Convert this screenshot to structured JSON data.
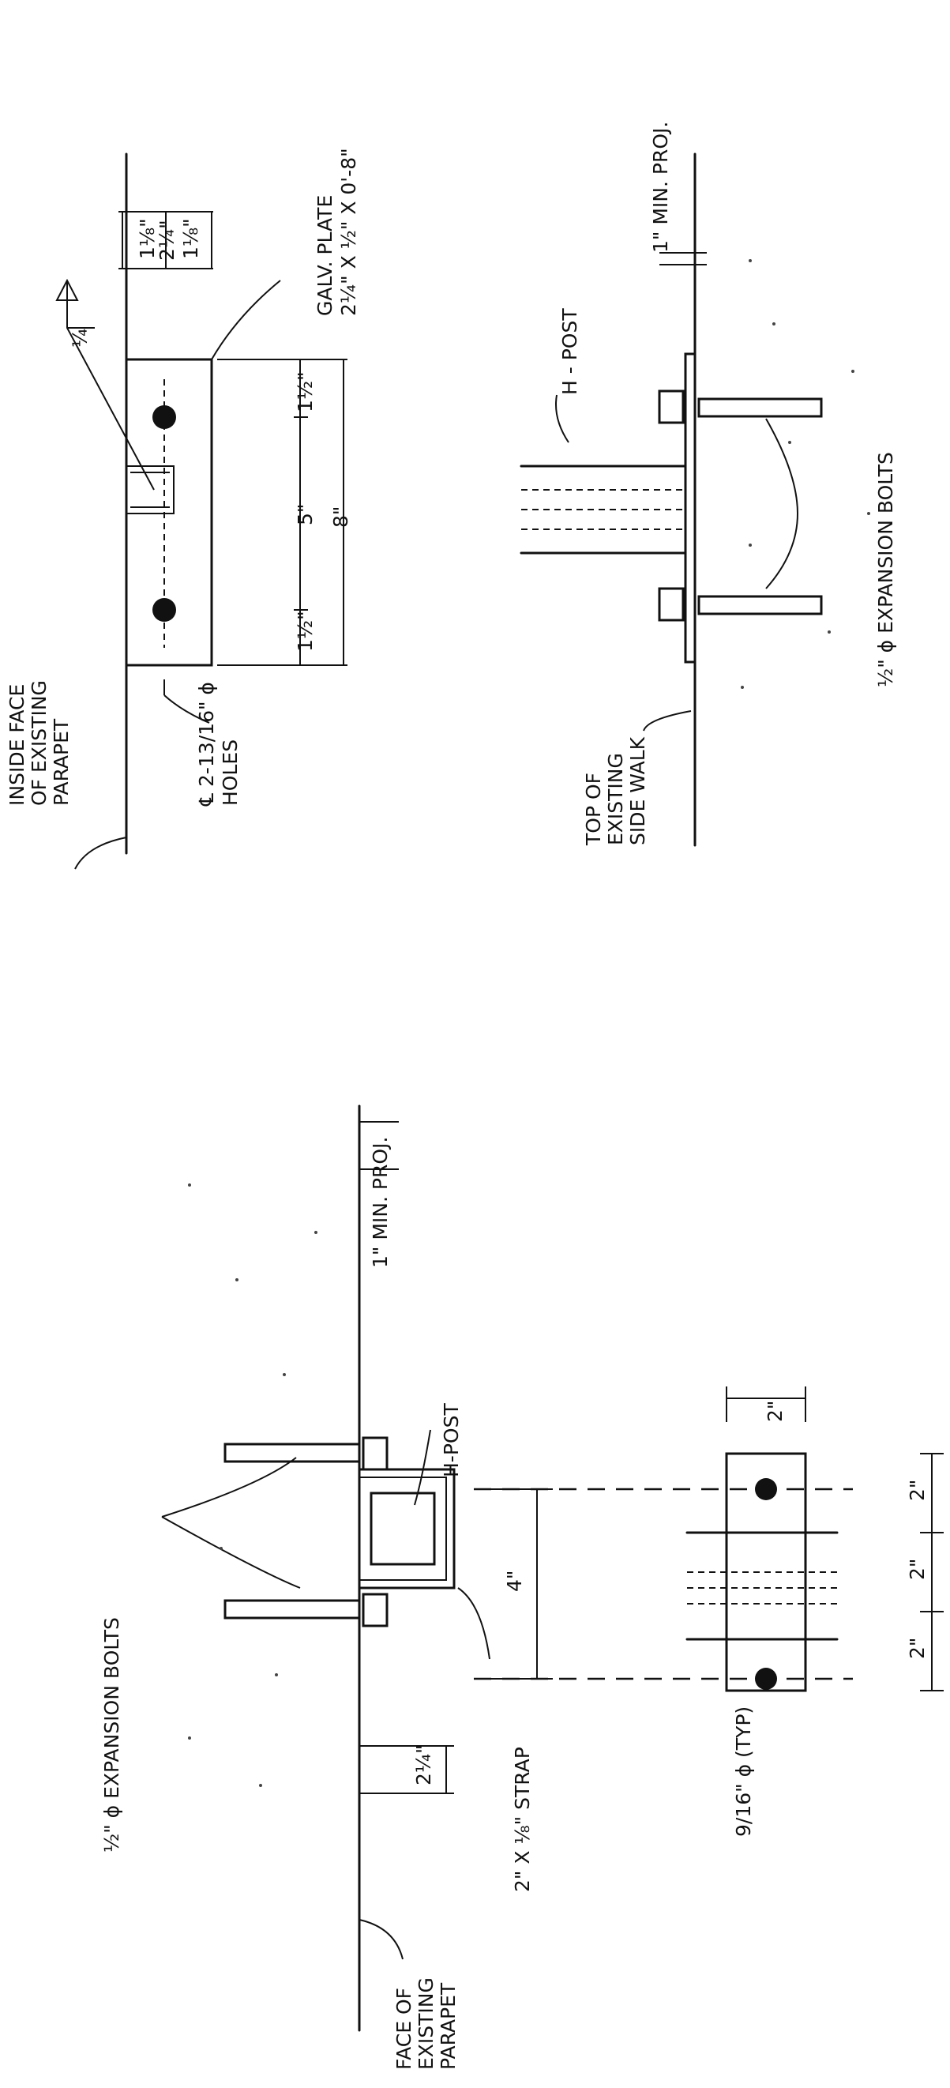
{
  "upper_detail": {
    "label_parapet_face": [
      "INSIDE FACE",
      "OF EXISTING",
      "PARAPET"
    ],
    "label_holes": [
      "℄ 2-13/16\" ϕ",
      "HOLES"
    ],
    "label_plate": [
      "GALV. PLATE",
      "2¼\" X ½\" X 0'-8\""
    ],
    "label_weld": "¼",
    "dim_half_1": "1⅛\"",
    "dim_half_2": "1⅛\"",
    "dim_total": "2¼\"",
    "dim_edge_1": "1½\"",
    "dim_center": "5\"",
    "dim_edge_2": "1½\"",
    "dim_overall": "8\""
  },
  "upper_section": {
    "label_hpost": "H - POST",
    "label_min_proj": "1\" MIN. PROJ.",
    "label_sidewalk": [
      "TOP OF",
      "EXISTING",
      "SIDE WALK"
    ],
    "label_bolts": "½\" ϕ EXPANSION  BOLTS"
  },
  "lower_section": {
    "label_bolts": "½\" ϕ EXPANSION  BOLTS",
    "label_hpost": "H-POST",
    "label_min_proj": "1\" MIN. PROJ.",
    "dim_offset": "2¼\"",
    "dim_spacing": "4\"",
    "label_strap": "2\" X ⅛\" STRAP",
    "label_parapet_face": [
      "FACE OF",
      "EXISTING",
      "PARAPET"
    ]
  },
  "lower_plan": {
    "dim_width": "2\"",
    "dim_1": "2\"",
    "dim_2": "2\"",
    "dim_3": "2\"",
    "label_hole": "9/16\" ϕ (TYP)"
  }
}
